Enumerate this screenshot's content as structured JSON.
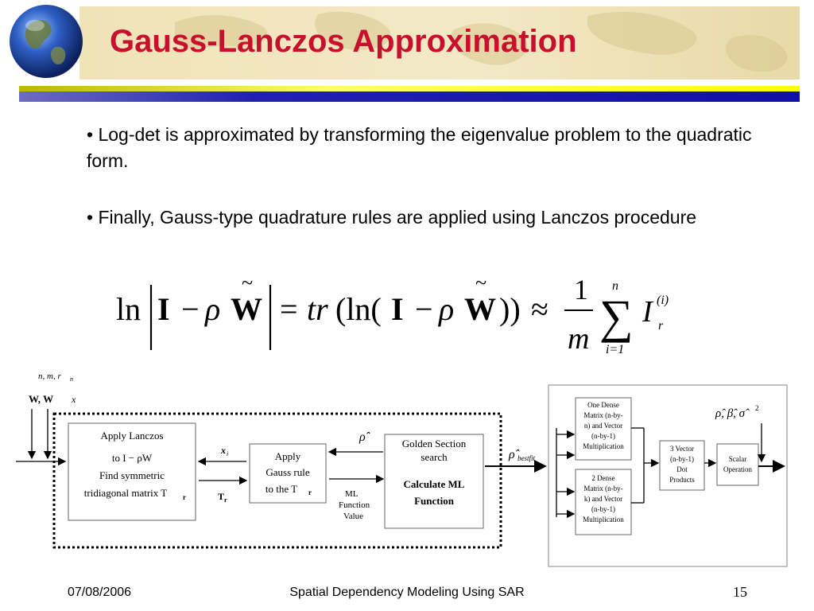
{
  "slide": {
    "title": "Gauss-Lanczos Approximation",
    "bullets": [
      "• Log-det is approximated by transforming the eigenvalue problem to the quadratic form.",
      "• Finally, Gauss-type quadrature rules are applied using Lanczos procedure"
    ]
  },
  "formula": {
    "ln": "ln",
    "I": "I",
    "minus": "−",
    "rho": "ρ",
    "W": "W",
    "tilde": "~",
    "equals": "=",
    "tr": "tr",
    "tr_open": "(ln(",
    "tr_close": "))",
    "approx": "≈",
    "numerator": "1",
    "denominator": "m",
    "sum": "∑",
    "sum_upper": "n",
    "sum_lower": "i=1",
    "term": "I",
    "term_sub": "r",
    "term_sup": "(i)"
  },
  "diagram": {
    "inputs_top": "n, m, r",
    "inputs_top_sub": "n",
    "inputs_matrices": "W,  W",
    "inputs_x": "x",
    "lanczos_box": [
      "Apply Lanczos",
      "to I − ρW",
      "Find symmetric",
      "tridiagonal matrix T"
    ],
    "lanczos_sub": "r",
    "edge_x": "x",
    "edge_x_sub": "i",
    "edge_T": "T",
    "edge_T_sub": "r",
    "gauss_box": [
      "Apply",
      "Gauss rule",
      "to the T"
    ],
    "gauss_sub": "r",
    "rho_hat": "ρ̂",
    "golden_box": [
      "Golden Section",
      "search",
      "Calculate ML",
      "Function"
    ],
    "ml_value": [
      "ML",
      "Function",
      "Value"
    ],
    "rho_bestfit": "ρ̂",
    "rho_bestfit_sub": "bestfit",
    "dense1": [
      "One Dense",
      "Matrix (n-by-",
      "n) and Vector",
      "(n-by-1)",
      "Multiplication"
    ],
    "dense2": [
      "2 Dense",
      "Matrix (n-by-",
      "k) and Vector",
      "(n-by-1)",
      "Multiplication"
    ],
    "vector3": [
      "3 Vector",
      "(n-by-1)",
      "Dot",
      "Products"
    ],
    "scalar": [
      "Scalar",
      "Operation"
    ],
    "outputs": "ρ̂, β̂, σ̂"
  },
  "footer": {
    "date": "07/08/2006",
    "title": "Spatial Dependency Modeling Using SAR",
    "page": "15"
  },
  "colors": {
    "title": "#c8102e",
    "header_band": "#efe3b8",
    "stripe_yellow": "#ffff00",
    "stripe_blue": "#1010a8"
  }
}
